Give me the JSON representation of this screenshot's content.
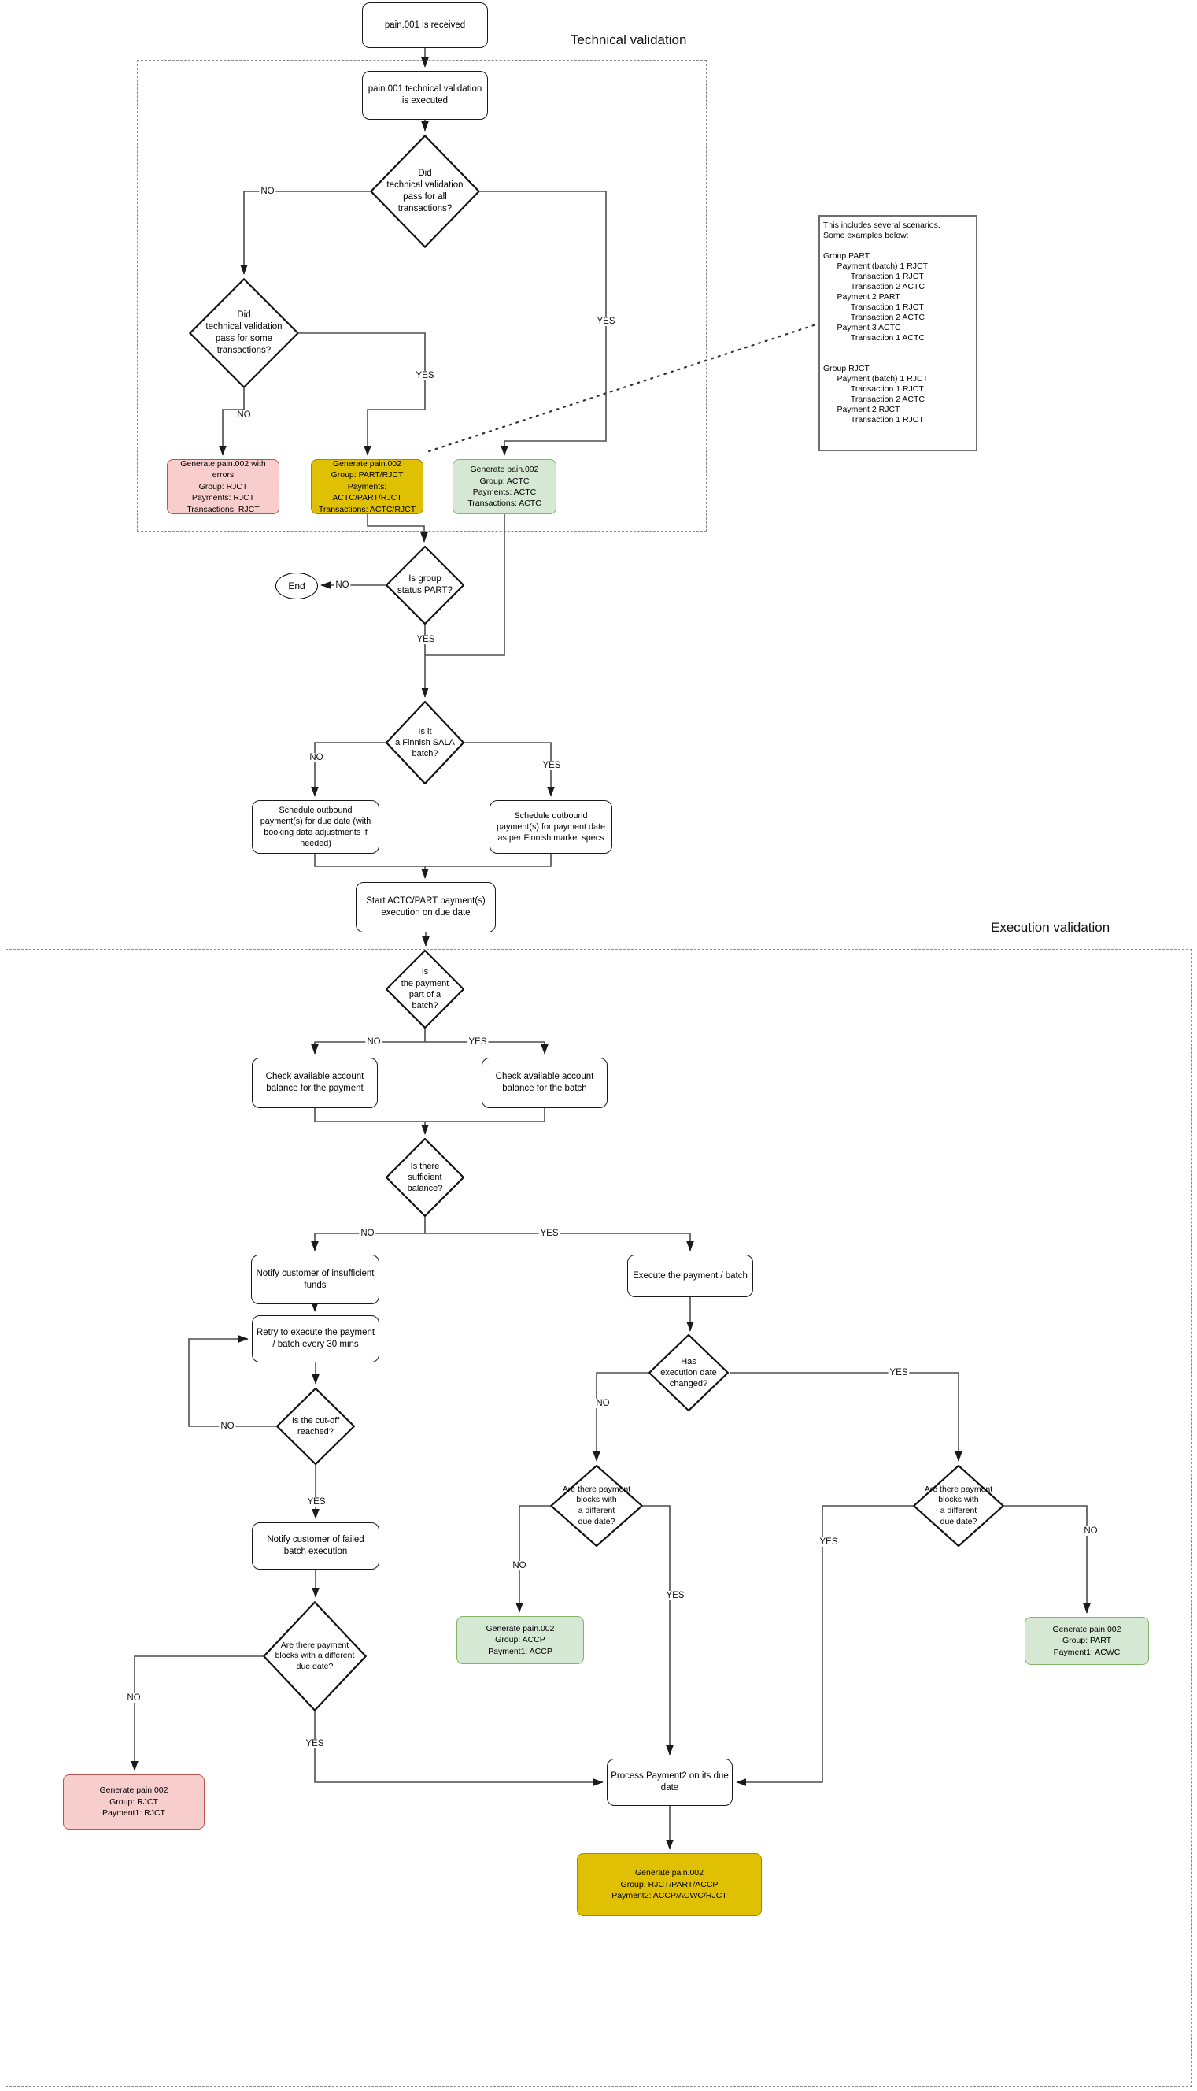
{
  "regions": {
    "technical": {
      "label": "Technical validation"
    },
    "execution": {
      "label": "Execution validation"
    }
  },
  "edge_labels": {
    "yes": "YES",
    "no": "NO"
  },
  "colors": {
    "reject_fill": "#f8cecc",
    "reject_stroke": "#b85450",
    "accept_fill": "#d5e8d4",
    "accept_stroke": "#82b366",
    "partial_fill": "#e0c003",
    "partial_stroke": "#9c8a00"
  },
  "nodes": {
    "start": {
      "label": "pain.001 is received"
    },
    "tech_exec": {
      "label": "pain.001 technical validation\nis executed"
    },
    "d_all": {
      "label": "Did\ntechnical validation\npass for all\ntransactions?"
    },
    "d_some": {
      "label": "Did\ntechnical validation\npass for some\ntransactions?"
    },
    "gen_errors": {
      "label": "Generate pain.002 with errors\nGroup: RJCT\nPayments: RJCT\nTransactions: RJCT"
    },
    "gen_part": {
      "label": "Generate pain.002\nGroup: PART/RJCT\nPayments: ACTC/PART/RJCT\nTransactions: ACTC/RJCT"
    },
    "gen_actc": {
      "label": "Generate pain.002\nGroup: ACTC\nPayments: ACTC\nTransactions: ACTC"
    },
    "d_part": {
      "label": "Is group\nstatus PART?"
    },
    "end": {
      "label": "End"
    },
    "d_sala": {
      "label": "Is it\na Finnish SALA\nbatch?"
    },
    "sched_due": {
      "label": "Schedule outbound\npayment(s) for due date (with\nbooking date adjustments if\nneeded)"
    },
    "sched_fin": {
      "label": "Schedule outbound\npayment(s) for payment date\nas per Finnish market specs"
    },
    "start_exec": {
      "label": "Start ACTC/PART payment(s)\nexecution on due date"
    },
    "d_batch": {
      "label": "Is\nthe payment\npart of a\nbatch?"
    },
    "check_payment": {
      "label": "Check available account\nbalance for the payment"
    },
    "check_batch": {
      "label": "Check available account\nbalance for the batch"
    },
    "d_balance": {
      "label": "Is there\nsufficient\nbalance?"
    },
    "notify_insufficient": {
      "label": "Notify customer of insufficient\nfunds"
    },
    "execute": {
      "label": "Execute the payment / batch"
    },
    "retry": {
      "label": "Retry to execute the payment\n/ batch every 30 mins"
    },
    "d_cutoff": {
      "label": "Is the cut-off\nreached?"
    },
    "notify_failed": {
      "label": "Notify customer of failed\nbatch execution"
    },
    "d_date_changed": {
      "label": "Has\nexecution date\nchanged?"
    },
    "d_blocks_mid": {
      "label": "Are there payment\nblocks with\na different\ndue date?"
    },
    "d_blocks_right": {
      "label": "Are there payment\nblocks with\na different\ndue date?"
    },
    "d_blocks_left": {
      "label": "Are there payment\nblocks with a different\ndue date?"
    },
    "gen_accp": {
      "label": "Generate pain.002\nGroup: ACCP\nPayment1: ACCP"
    },
    "gen_acwc": {
      "label": "Generate pain.002\nGroup: PART\nPayment1: ACWC"
    },
    "gen_rjct": {
      "label": "Generate pain.002\nGroup: RJCT\nPayment1: RJCT"
    },
    "process_p2": {
      "label": "Process Payment2 on its due\ndate"
    },
    "gen_final": {
      "label": "Generate pain.002\nGroup: RJCT/PART/ACCP\nPayment2: ACCP/ACWC/RJCT"
    }
  },
  "note": {
    "text": "This includes several scenarios.\nSome examples below:\n\nGroup PART\n      Payment (batch) 1 RJCT\n            Transaction 1 RJCT\n            Transaction 2 ACTC\n      Payment 2 PART\n            Transaction 1 RJCT\n            Transaction 2 ACTC\n      Payment 3 ACTC\n            Transaction 1 ACTC\n\n\nGroup RJCT\n      Payment (batch) 1 RJCT\n            Transaction 1 RJCT\n            Transaction 2 ACTC\n      Payment 2 RJCT\n            Transaction 1 RJCT"
  }
}
